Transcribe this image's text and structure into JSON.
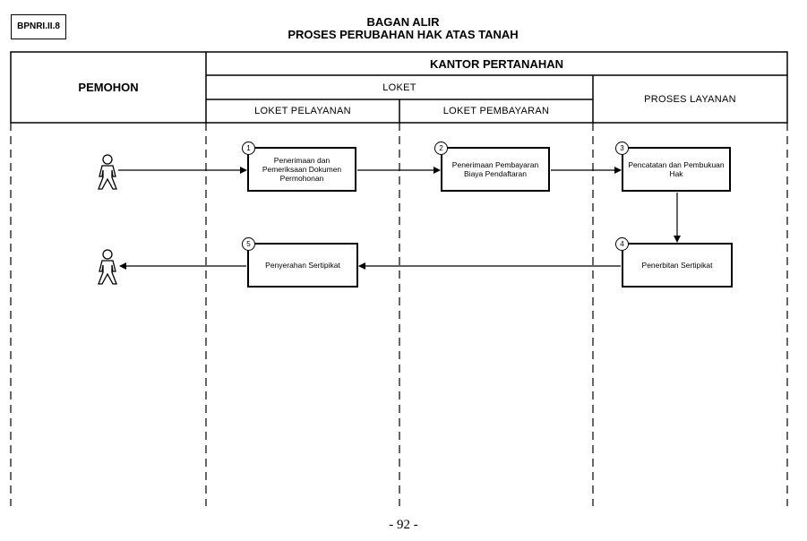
{
  "document": {
    "code": "BPNRI.II.8",
    "title_line1": "BAGAN ALIR",
    "title_line2": "PROSES PERUBAHAN HAK ATAS TANAH",
    "page_number": "- 92 -"
  },
  "lanes": {
    "applicant": "PEMOHON",
    "office": "KANTOR PERTANAHAN",
    "counter": "LOKET",
    "service_counter": "LOKET PELAYANAN",
    "payment_counter": "LOKET PEMBAYARAN",
    "service_process": "PROSES LAYANAN"
  },
  "steps": [
    {
      "num": "1",
      "label": "Penerimaan dan Pemeriksaan Dokumen Permohonan"
    },
    {
      "num": "2",
      "label": "Penerimaan Pembayaran Biaya Pendaftaran"
    },
    {
      "num": "3",
      "label": "Pencatatan dan Pembukuan Hak"
    },
    {
      "num": "4",
      "label": "Penerbitan Sertipikat"
    },
    {
      "num": "5",
      "label": "Penyerahan Sertipikat"
    }
  ],
  "colors": {
    "line": "#000000",
    "background": "#ffffff"
  }
}
